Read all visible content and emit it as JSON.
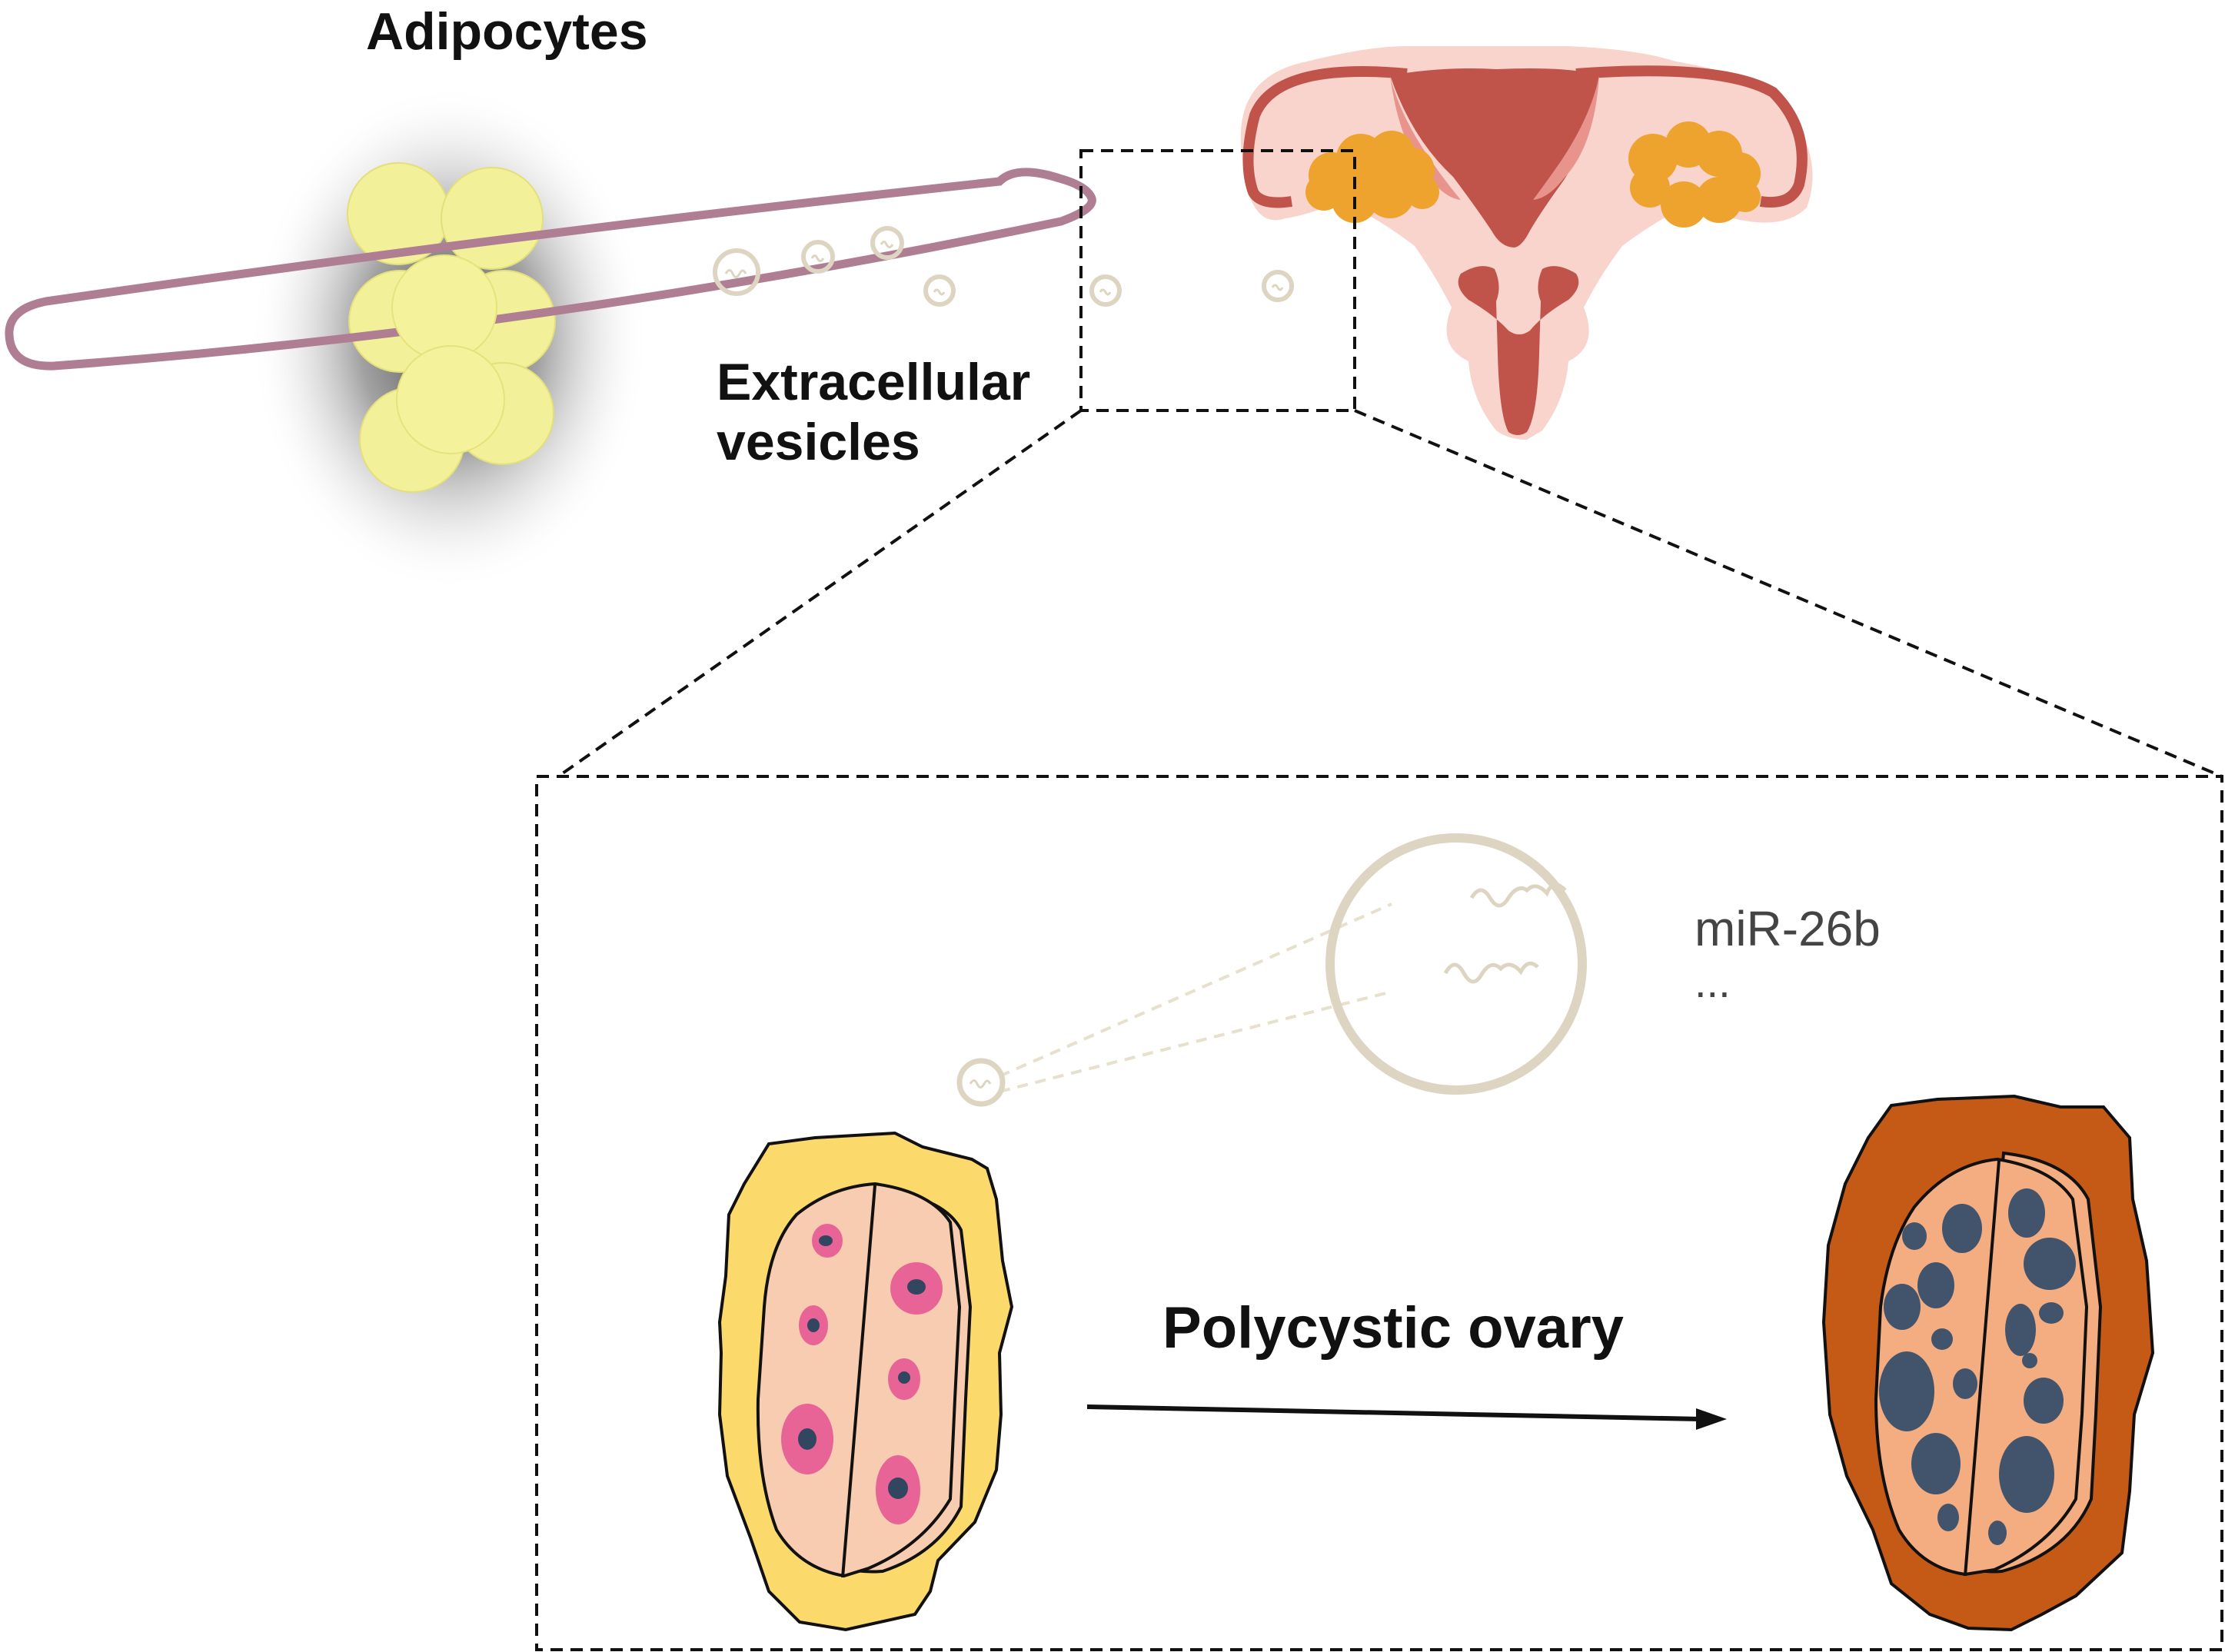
{
  "labels": {
    "adipocytes": "Adipocytes",
    "extracellular_line1": "Extracellular",
    "extracellular_line2": "vesicles",
    "polycystic": "Polycystic ovary",
    "mirna": "miR-26b",
    "more": "..."
  },
  "colors": {
    "adipocyte": "#f3f09a",
    "vessel": "#b07e92",
    "vesicle": "#ddd5c2",
    "uterus_outer": "#f8d4cc",
    "uterus_inner": "#c0544b",
    "ovary_orange": "#eea32e",
    "normal_ovary_rim": "#fbd96a",
    "normal_ovary_core": "#f8ccb0",
    "follicle": "#e86496",
    "follicle_center": "#334660",
    "pcos_rim": "#c55a16",
    "pcos_core": "#f4ad80",
    "cyst": "#42546c"
  }
}
